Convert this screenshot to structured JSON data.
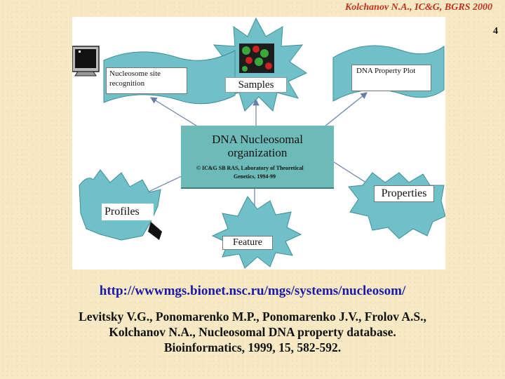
{
  "header": {
    "author_line": "Kolchanov N.A., IC&G, BGRS 2000",
    "slide_number": "4"
  },
  "diagram": {
    "center": {
      "title_line1": "DNA Nucleosomal",
      "title_line2": "organization",
      "credit_line1": "© IC&G SB RAS, Laboratory of Theoretical",
      "credit_line2": "Genetics, 1994-99"
    },
    "nodes": {
      "nucleosome_site": "Nucleosome site recognition",
      "samples": "Samples",
      "dna_property_plot": "DNA Property Plot",
      "profiles": "Profiles",
      "properties": "Properties",
      "feature": "Feature"
    },
    "colors": {
      "burst": "#6fc0c8",
      "burst_dark": "#3f8e96",
      "center_box": "#6dbbb8",
      "arrow": "#6a7fa8"
    }
  },
  "url": "http://wwwmgs.bionet.nsc.ru/mgs/systems/nucleosom/",
  "citation": {
    "line1": "Levitsky V.G., Ponomarenko M.P., Ponomarenko J.V., Frolov A.S.,",
    "line2": "Kolchanov N.A., Nucleosomal DNA property database.",
    "line3": "Bioinformatics, 1999, 15, 582-592."
  }
}
